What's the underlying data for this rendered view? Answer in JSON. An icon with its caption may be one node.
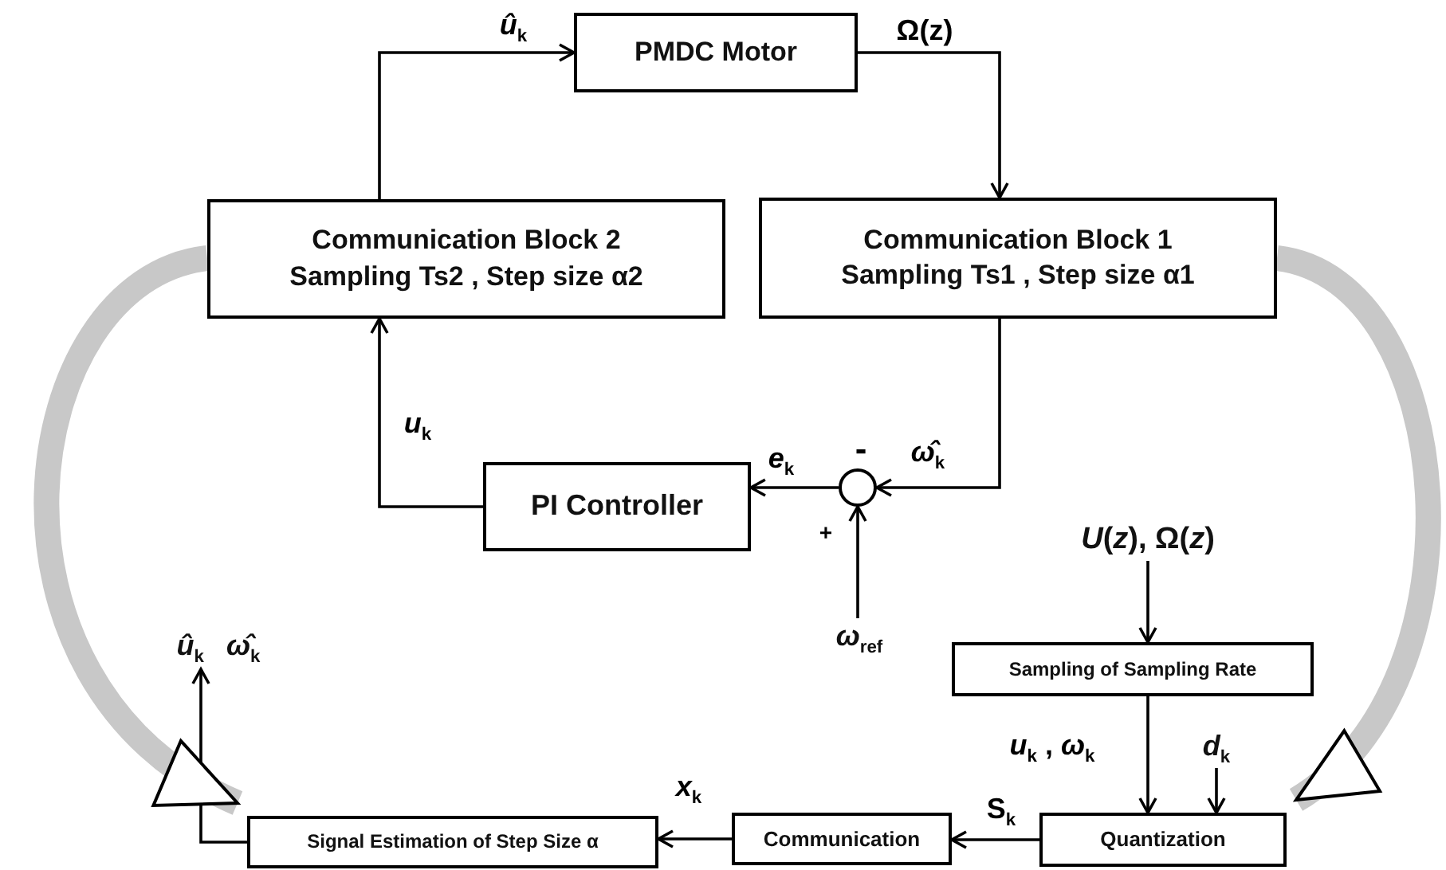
{
  "diagram": {
    "nodes": [
      {
        "text": [
          "PMDC Motor"
        ]
      },
      {
        "text": [
          "Communication Block 2",
          "Sampling Ts2 , Step size α2"
        ]
      },
      {
        "text": [
          "Communication Block 1",
          "Sampling Ts1 , Step size α1"
        ]
      },
      {
        "text": [
          "PI Controller"
        ]
      },
      {
        "text": [],
        "shape": "circle",
        "beside": [
          "-",
          "+"
        ]
      },
      {
        "text": [
          "*ω*$_{ref}$"
        ]
      },
      {
        "text": [
          "*U*(*z*), Ω(*z*)"
        ]
      },
      {
        "text": [
          "Sampling of Sampling Rate"
        ]
      },
      {
        "text": [
          "*d*$_{k}$"
        ]
      },
      {
        "text": [
          "Quantization"
        ]
      },
      {
        "text": [
          "Communication"
        ]
      },
      {
        "text": [
          "Signal Estimation of Step Size α"
        ]
      },
      {
        "text": [
          "*û*$_{k}$",
          "*ω̂*$_{k}$"
        ]
      }
    ],
    "edges": [
      {
        "from": 1,
        "to": 0,
        "arrow": "to",
        "label": "*û*$_{k}$"
      },
      {
        "from": 0,
        "to": 2,
        "arrow": "to",
        "label": "Ω(z)"
      },
      {
        "from": 2,
        "to": 4,
        "arrow": "to",
        "label": "*ω̂*$_{k}$"
      },
      {
        "from": 4,
        "to": 3,
        "arrow": "to",
        "label": "*e*$_{k}$"
      },
      {
        "from": 3,
        "to": 1,
        "arrow": "to",
        "label": "*u*$_{k}$"
      },
      {
        "from": 5,
        "to": 4,
        "arrow": "to"
      },
      {
        "from": 6,
        "to": 7,
        "arrow": "to"
      },
      {
        "from": 7,
        "to": 9,
        "arrow": "to",
        "label": "*u*$_{k}$ ,  *ω*$_{k}$"
      },
      {
        "from": 8,
        "to": 9,
        "arrow": "to"
      },
      {
        "from": 9,
        "to": 10,
        "arrow": "to",
        "label": "S$_{k}$"
      },
      {
        "from": 10,
        "to": 11,
        "arrow": "to",
        "label": "*x*$_{k}$"
      },
      {
        "from": 11,
        "to": 12,
        "arrow": "to"
      },
      {
        "from": 1,
        "to": 11,
        "arrow": "to",
        "style": "thick",
        "color": "#c8c8c8"
      },
      {
        "from": 2,
        "to": 9,
        "arrow": "to",
        "style": "thick",
        "color": "#c8c8c8"
      }
    ]
  }
}
